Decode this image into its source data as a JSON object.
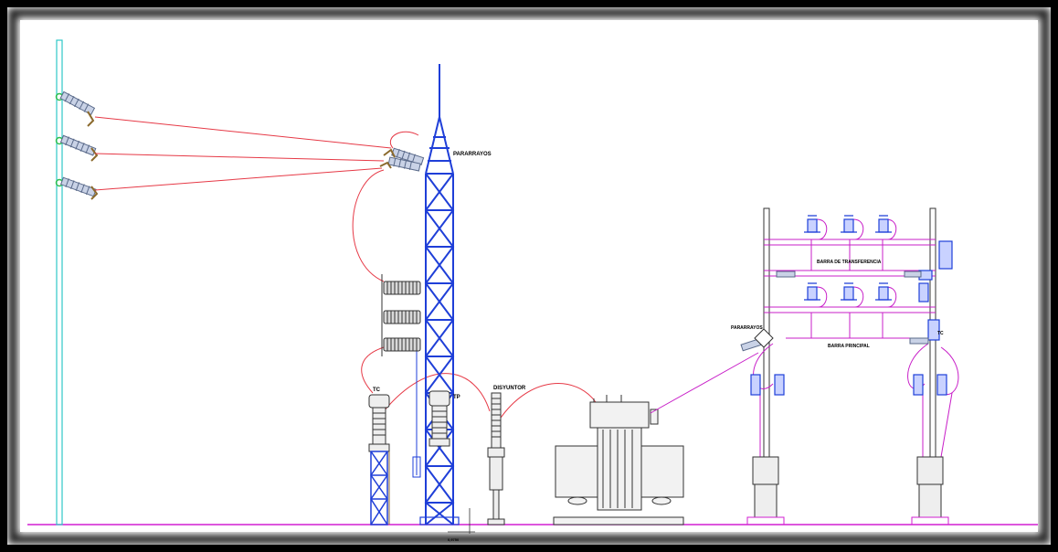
{
  "labels": {
    "pararrayos_top": "PARARRAYOS",
    "tc_left": "TC",
    "tp": "TP",
    "disyuntor": "DISYUNTOR",
    "pararrayos_right": "PARARRAYOS",
    "barra_transferencia": "BARRA DE TRANSFERENCIA",
    "barra_principal": "BARRA PRINCIPAL",
    "tc_right": "TC",
    "dimension": "0,9750"
  },
  "colors": {
    "line": "#e63946",
    "tower": "#1f3fd8",
    "bus": "#c81fc8",
    "ground": "#d21fd2",
    "pole": "#30c8c8",
    "equipment": "#333333",
    "insulator_brown": "#8b6a2c",
    "border": "#000000"
  }
}
